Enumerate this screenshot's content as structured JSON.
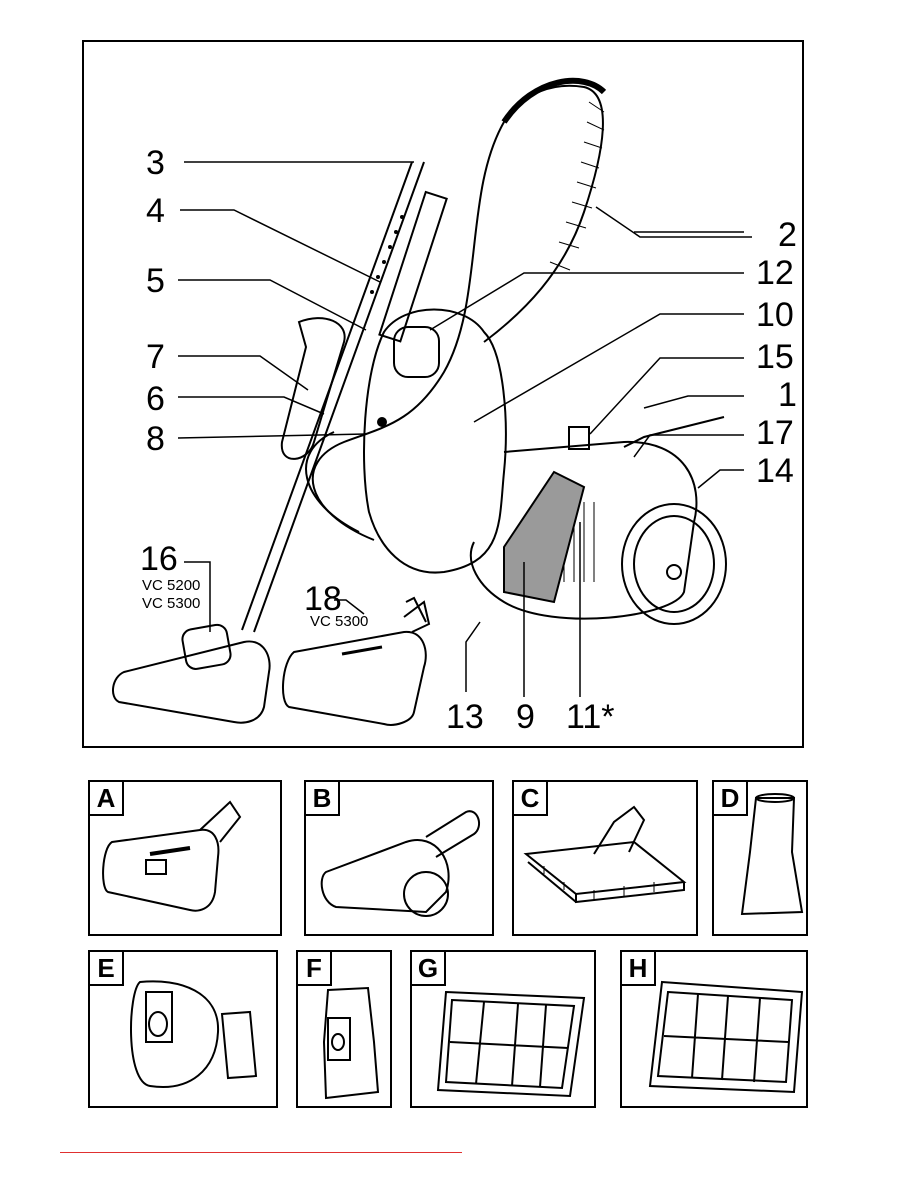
{
  "main_diagram": {
    "callouts": {
      "c1": "1",
      "c2": "2",
      "c3": "3",
      "c4": "4",
      "c5": "5",
      "c6": "6",
      "c7": "7",
      "c8": "8",
      "c9": "9",
      "c10": "10",
      "c11": "11*",
      "c12": "12",
      "c13": "13",
      "c14": "14",
      "c15": "15",
      "c16": "16",
      "c17": "17",
      "c18": "18"
    },
    "models_16": [
      "VC 5200",
      "VC 5300"
    ],
    "model_18": "VC 5300"
  },
  "panels": {
    "A": "A",
    "B": "B",
    "C": "C",
    "D": "D",
    "E": "E",
    "F": "F",
    "G": "G",
    "H": "H"
  },
  "colors": {
    "line": "#000000",
    "fill": "#ffffff",
    "shade": "#9a9a9a",
    "footer_line": "#e03030"
  }
}
